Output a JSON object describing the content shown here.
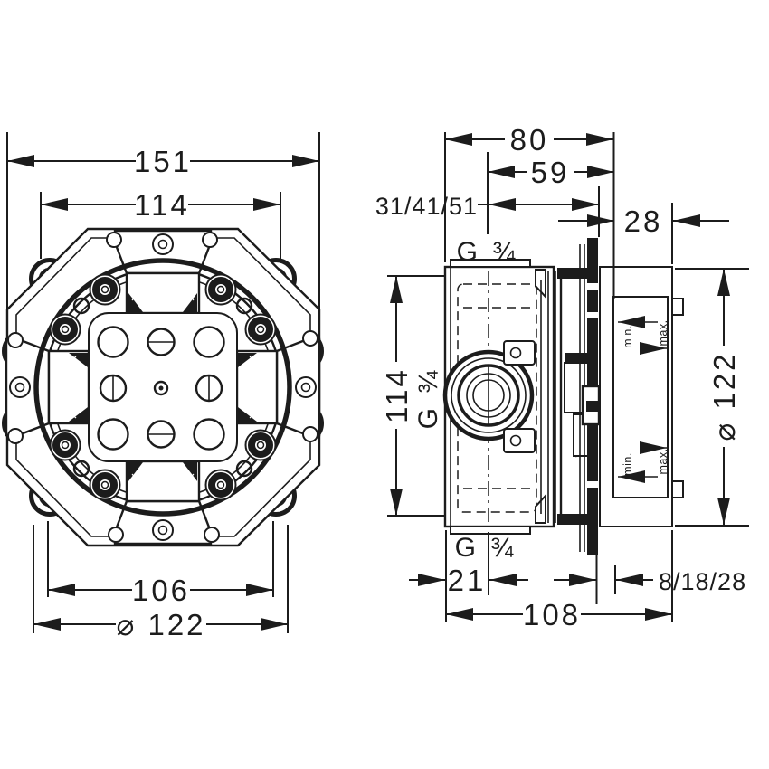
{
  "front_view": {
    "dim_overall_width": "151",
    "dim_fixing_width": "114",
    "dim_hole_spacing": "106",
    "dim_diameter": "⌀ 122"
  },
  "side_view": {
    "dim_body_depth": "80",
    "dim_port_depth": "59",
    "dim_install_depth_options": "31/41/51",
    "dim_front_clearance": "28",
    "dim_port_spacing": "114",
    "dim_flange_diameter": "⌀ 122",
    "dim_side_port_offset": "21",
    "dim_total_depth": "108",
    "dim_trim_range": "8/18/28",
    "label_port_top": "G ¾",
    "label_port_center": "G ¾",
    "label_port_bottom": "G ¾",
    "label_min": "min.",
    "label_max": "max."
  },
  "colors": {
    "line": "#1c1c1c",
    "background": "#ffffff"
  }
}
